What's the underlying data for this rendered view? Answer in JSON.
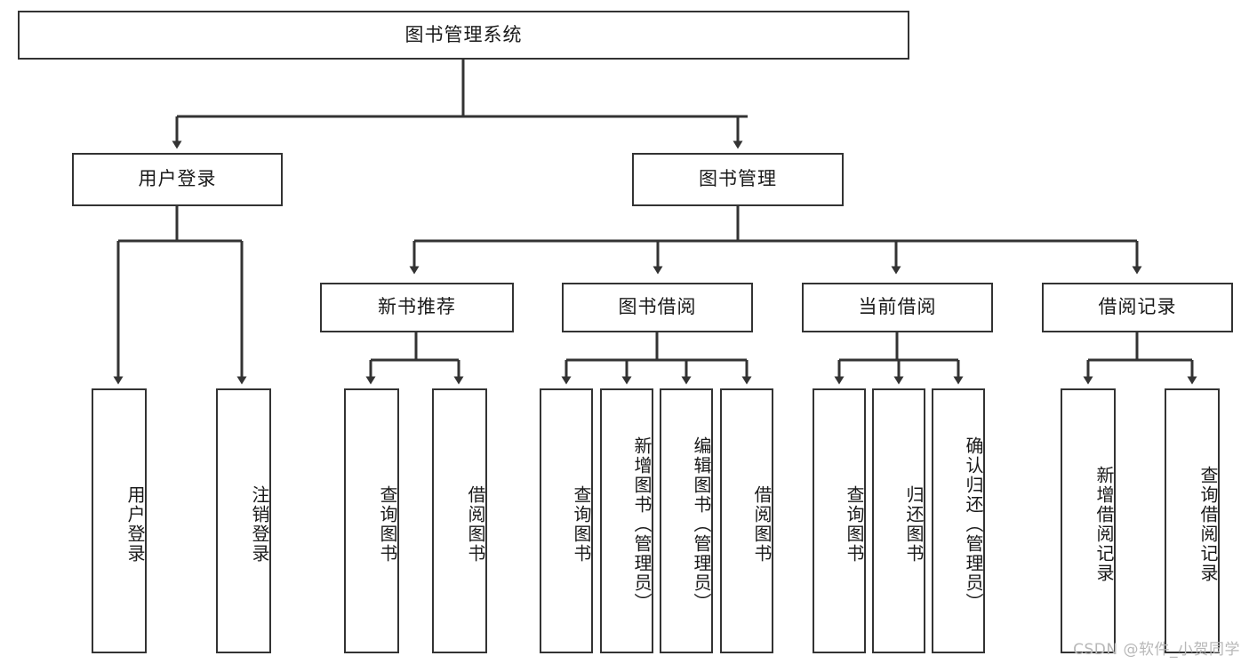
{
  "diagram": {
    "title": "图书管理系统",
    "type": "tree-hierarchy",
    "watermark": "CSDN @软件_小贺同学",
    "style": {
      "stroke": "#333333",
      "fill": "#ffffff",
      "text": "#1a1a1a",
      "watermark_color": "#b8b8b8"
    },
    "nodes": {
      "root": {
        "label": "图书管理系统",
        "level": 0,
        "orientation": "horizontal"
      },
      "l1": [
        {
          "id": "user-login",
          "label": "用户登录",
          "orientation": "horizontal"
        },
        {
          "id": "book-manage",
          "label": "图书管理",
          "orientation": "horizontal"
        }
      ],
      "l2": [
        {
          "id": "new-book-recommend",
          "label": "新书推荐",
          "orientation": "horizontal",
          "parent": "book-manage"
        },
        {
          "id": "book-borrow",
          "label": "图书借阅",
          "orientation": "horizontal",
          "parent": "book-manage"
        },
        {
          "id": "current-borrow",
          "label": "当前借阅",
          "orientation": "horizontal",
          "parent": "book-manage"
        },
        {
          "id": "borrow-record",
          "label": "借阅记录",
          "orientation": "horizontal",
          "parent": "book-manage"
        }
      ],
      "leaves": [
        {
          "id": "leaf-user-login",
          "label": "用户登录",
          "parent": "user-login",
          "orientation": "vertical"
        },
        {
          "id": "leaf-user-logout",
          "label": "注销登录",
          "parent": "user-login",
          "orientation": "vertical"
        },
        {
          "id": "leaf-query-book-1",
          "label": "查询图书",
          "parent": "new-book-recommend",
          "orientation": "vertical"
        },
        {
          "id": "leaf-borrow-book-1",
          "label": "借阅图书",
          "parent": "new-book-recommend",
          "orientation": "vertical"
        },
        {
          "id": "leaf-query-book-2",
          "label": "查询图书",
          "parent": "book-borrow",
          "orientation": "vertical"
        },
        {
          "id": "leaf-add-book",
          "label": "新增图书（管理员）",
          "parent": "book-borrow",
          "orientation": "vertical"
        },
        {
          "id": "leaf-edit-book",
          "label": "编辑图书（管理员）",
          "parent": "book-borrow",
          "orientation": "vertical"
        },
        {
          "id": "leaf-borrow-book-2",
          "label": "借阅图书",
          "parent": "book-borrow",
          "orientation": "vertical"
        },
        {
          "id": "leaf-query-book-3",
          "label": "查询图书",
          "parent": "current-borrow",
          "orientation": "vertical"
        },
        {
          "id": "leaf-return-book",
          "label": "归还图书",
          "parent": "current-borrow",
          "orientation": "vertical"
        },
        {
          "id": "leaf-confirm-return",
          "label": "确认归还（管理员）",
          "parent": "current-borrow",
          "orientation": "vertical"
        },
        {
          "id": "leaf-add-record",
          "label": "新增借阅记录",
          "parent": "borrow-record",
          "orientation": "vertical"
        },
        {
          "id": "leaf-query-record",
          "label": "查询借阅记录",
          "parent": "borrow-record",
          "orientation": "vertical"
        }
      ]
    }
  }
}
